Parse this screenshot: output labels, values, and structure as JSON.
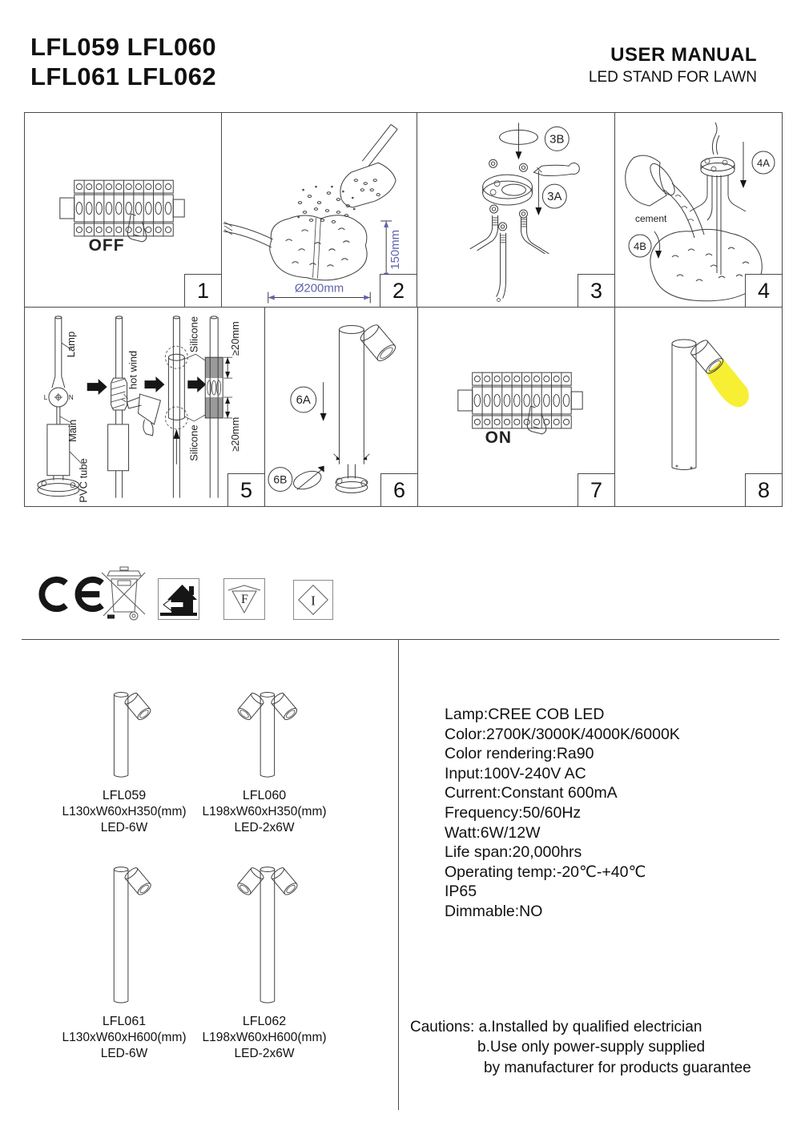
{
  "header": {
    "models_line1": "LFL059 LFL060",
    "models_line2": "LFL061 LFL062",
    "title": "USER MANUAL",
    "subtitle": "LED STAND FOR LAWN"
  },
  "steps": {
    "s1": {
      "num": "1",
      "switch_label": "OFF"
    },
    "s2": {
      "num": "2",
      "width_dim": "Ø200mm",
      "depth_dim": "150mm"
    },
    "s3": {
      "num": "3",
      "callout_top": "3B",
      "callout_side": "3A"
    },
    "s4": {
      "num": "4",
      "callout_top": "4A",
      "callout_side": "4B",
      "material_label": "cement"
    },
    "s5": {
      "num": "5",
      "lamp_label": "Lamp",
      "terminal_left": "L",
      "terminal_right": "N",
      "main_label": "Main",
      "pvc_label": "PVC tube",
      "hot_wind_label": "hot wind",
      "silicone_top_label": "Silicone",
      "silicone_bottom_label": "Silicone",
      "gap_top_label": "≥20mm",
      "gap_bottom_label": "≥20mm"
    },
    "s6": {
      "num": "6",
      "callout_top": "6A",
      "callout_side": "6B"
    },
    "s7": {
      "num": "7",
      "switch_label": "ON"
    },
    "s8": {
      "num": "8"
    }
  },
  "certifications": {
    "f_letter": "F",
    "i_letter": "I"
  },
  "products": [
    {
      "model": "LFL059",
      "size": "L130xW60xH350(mm)",
      "led": "LED-6W"
    },
    {
      "model": "LFL060",
      "size": "L198xW60xH350(mm)",
      "led": "LED-2x6W"
    },
    {
      "model": "LFL061",
      "size": "L130xW60xH600(mm)",
      "led": "LED-6W"
    },
    {
      "model": "LFL062",
      "size": "L198xW60xH600(mm)",
      "led": "LED-2x6W"
    }
  ],
  "specs": {
    "lines": [
      "Lamp:CREE COB LED",
      "Color:2700K/3000K/4000K/6000K",
      "Color rendering:Ra90",
      "Input:100V-240V AC",
      "Current:Constant 600mA",
      "Frequency:50/60Hz",
      "Watt:6W/12W",
      "Life span:20,000hrs",
      "Operating temp:-20℃-+40℃",
      "IP65",
      "Dimmable:NO"
    ]
  },
  "cautions": {
    "heading": "Cautions:",
    "line_a": "a.Installed by qualified electrician",
    "line_b": "b.Use only power-supply supplied",
    "line_c": "by manufacturer for products guarantee"
  },
  "colors": {
    "dimension_blue": "#5f63ad",
    "beam_yellow": "#f7ef33",
    "silicone_gray": "#9a9a9a"
  }
}
